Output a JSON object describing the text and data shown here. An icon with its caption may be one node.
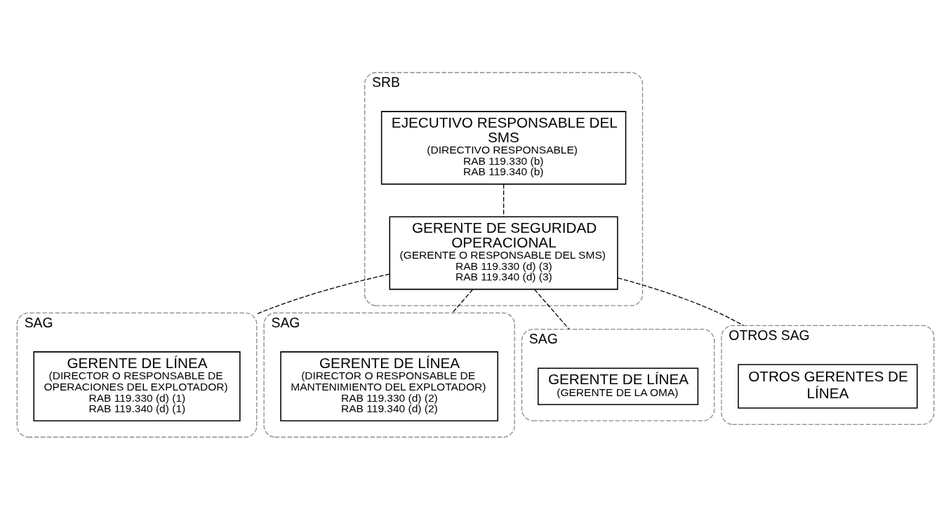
{
  "diagram": {
    "nodes": [
      {
        "text": [
          "SRB"
        ]
      },
      {
        "text": [
          "EJECUTIVO RESPONSABLE DEL SMS",
          "(DIRECTIVO RESPONSABLE)",
          "RAB 119.330 (b)",
          "RAB 119.340 (b)"
        ],
        "in": 0
      },
      {
        "text": [
          "GERENTE DE SEGURIDAD OPERACIONAL",
          "(GERENTE O RESPONSABLE DEL SMS)",
          "RAB 119.330 (d) (3)",
          "RAB 119.340 (d) (3)"
        ],
        "in": 0
      },
      {
        "text": [
          "SAG"
        ]
      },
      {
        "text": [
          "GERENTE DE LÍNEA",
          "(DIRECTOR O RESPONSABLE DE OPERACIONES DEL EXPLOTADOR)",
          "RAB 119.330 (d) (1)",
          "RAB 119.340 (d) (1)"
        ],
        "in": 3
      },
      {
        "text": [
          "SAG"
        ]
      },
      {
        "text": [
          "GERENTE DE LÍNEA",
          "(DIRECTOR O RESPONSABLE DE MANTENIMIENTO DEL EXPLOTADOR)",
          "RAB 119.330 (d) (2)",
          "RAB 119.340 (d) (2)"
        ],
        "in": 5
      },
      {
        "text": [
          "SAG"
        ]
      },
      {
        "text": [
          "GERENTE DE LÍNEA",
          "(GERENTE DE LA OMA)"
        ],
        "in": 7
      },
      {
        "text": [
          "OTROS SAG"
        ]
      },
      {
        "text": [
          "OTROS GERENTES DE LÍNEA"
        ],
        "in": 9
      }
    ],
    "edges": [
      {
        "from": 1,
        "to": 2,
        "arrow": "none",
        "style": "dashed"
      },
      {
        "from": 2,
        "to": 3,
        "arrow": "none",
        "style": "dashed"
      },
      {
        "from": 2,
        "to": 5,
        "arrow": "none",
        "style": "dashed"
      },
      {
        "from": 2,
        "to": 7,
        "arrow": "none",
        "style": "dashed"
      },
      {
        "from": 2,
        "to": 9,
        "arrow": "none",
        "style": "dashed"
      }
    ]
  }
}
